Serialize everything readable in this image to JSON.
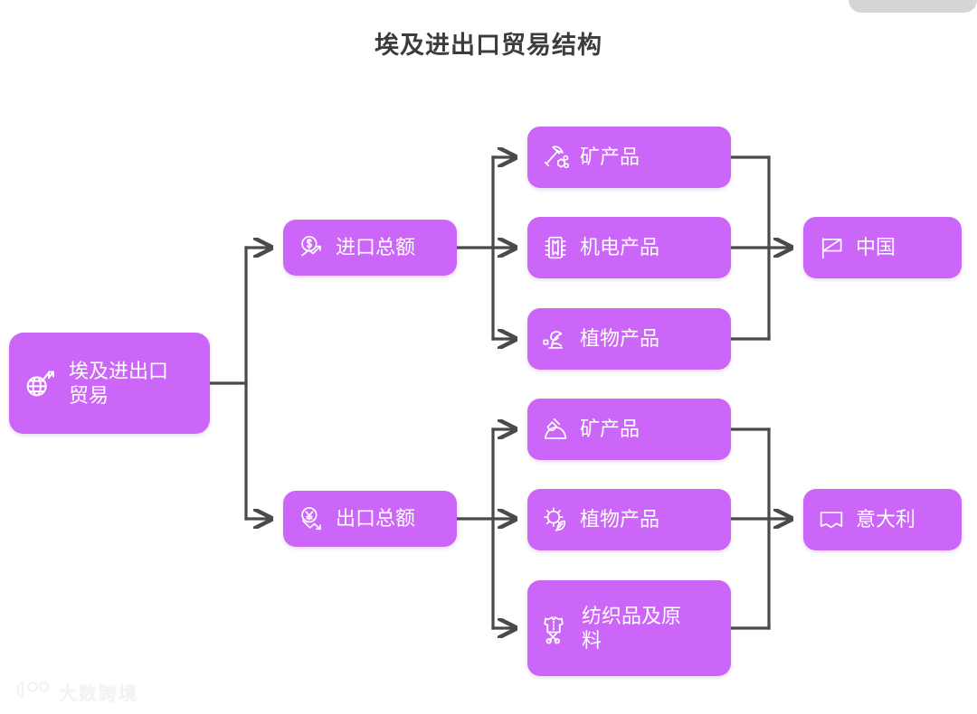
{
  "page": {
    "title": "埃及进出口贸易结构",
    "background_color": "#ffffff",
    "node_color": "#cc66f8",
    "connector_color": "#4a4a4a",
    "title_color": "#3c3c3c"
  },
  "window_controls": {
    "pill_label": ""
  },
  "diagram": {
    "type": "tree",
    "root": {
      "id": "root",
      "label": "埃及进出口\n贸易",
      "icon": "globe-arrow-icon"
    },
    "branches": [
      {
        "id": "import",
        "label": "进口总额",
        "icon": "dollar-chart-icon",
        "children": [
          {
            "id": "imp-mineral",
            "label": "矿产品",
            "icon": "pickaxe-icon"
          },
          {
            "id": "imp-machine",
            "label": "机电产品",
            "icon": "microchip-icon"
          },
          {
            "id": "imp-plant",
            "label": "植物产品",
            "icon": "plant-sprout-icon"
          }
        ],
        "destination": {
          "id": "china",
          "label": "中国",
          "icon": "flag-icon"
        }
      },
      {
        "id": "export",
        "label": "出口总额",
        "icon": "yen-chart-icon",
        "children": [
          {
            "id": "exp-mineral",
            "label": "矿产品",
            "icon": "shovel-mound-icon"
          },
          {
            "id": "exp-plant",
            "label": "植物产品",
            "icon": "sun-leaf-icon"
          },
          {
            "id": "exp-textile",
            "label": "纺织品及原\n料",
            "icon": "shirt-scissors-icon"
          }
        ],
        "destination": {
          "id": "italy",
          "label": "意大利",
          "icon": "banner-flag-icon"
        }
      }
    ]
  },
  "watermark": {
    "text": "大数跨境",
    "logo_icon": "dashu-logo-icon"
  }
}
